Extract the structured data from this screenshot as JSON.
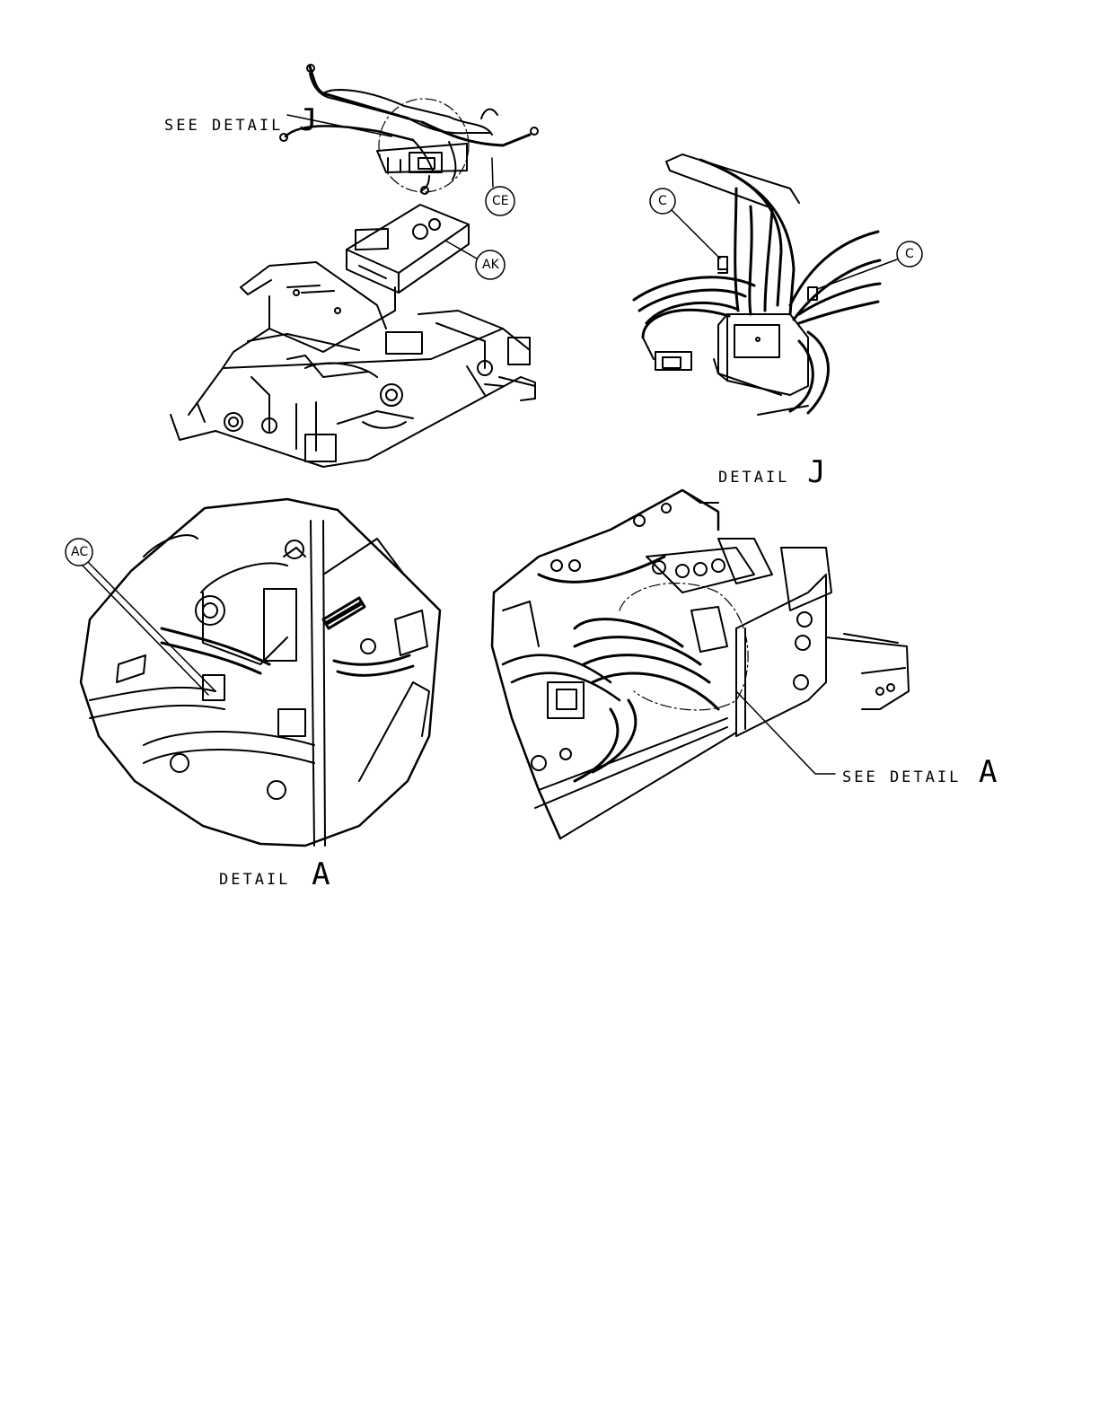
{
  "callouts": {
    "see_detail_j": {
      "text": "SEE DETAIL",
      "letter": "J"
    },
    "detail_j": {
      "text": "DETAIL",
      "letter": "J"
    },
    "see_detail_a": {
      "text": "SEE DETAIL",
      "letter": "A"
    },
    "detail_a": {
      "text": "DETAIL",
      "letter": "A"
    }
  },
  "balloons": {
    "ce": "CE",
    "ak": "AK",
    "c1": "C",
    "c2": "C",
    "ac": "AC"
  }
}
